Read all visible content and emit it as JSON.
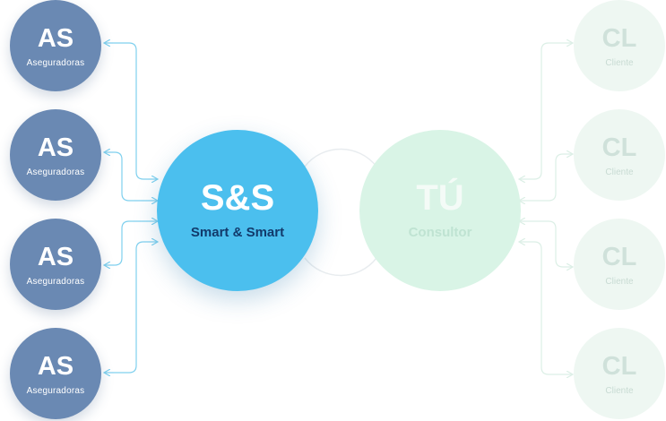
{
  "colors": {
    "insurer_fill": "#6a89b3",
    "hub_fill": "#4bbfee",
    "hub_subtitle": "#123a6b",
    "consultant_fill": "#d9f4e6",
    "client_fill": "#eef7f2",
    "connector_left": "#7fd0ee",
    "connector_right": "#dcefe6",
    "link_arc": "#e8ecef"
  },
  "insurers": [
    {
      "abbr": "AS",
      "label": "Aseguradoras"
    },
    {
      "abbr": "AS",
      "label": "Aseguradoras"
    },
    {
      "abbr": "AS",
      "label": "Aseguradoras"
    },
    {
      "abbr": "AS",
      "label": "Aseguradoras"
    }
  ],
  "hub": {
    "abbr": "S&S",
    "label": "Smart & Smart"
  },
  "consultant": {
    "abbr": "TÚ",
    "label": "Consultor"
  },
  "clients": [
    {
      "abbr": "CL",
      "label": "Cliente"
    },
    {
      "abbr": "CL",
      "label": "Cliente"
    },
    {
      "abbr": "CL",
      "label": "Cliente"
    },
    {
      "abbr": "CL",
      "label": "Cliente"
    }
  ]
}
